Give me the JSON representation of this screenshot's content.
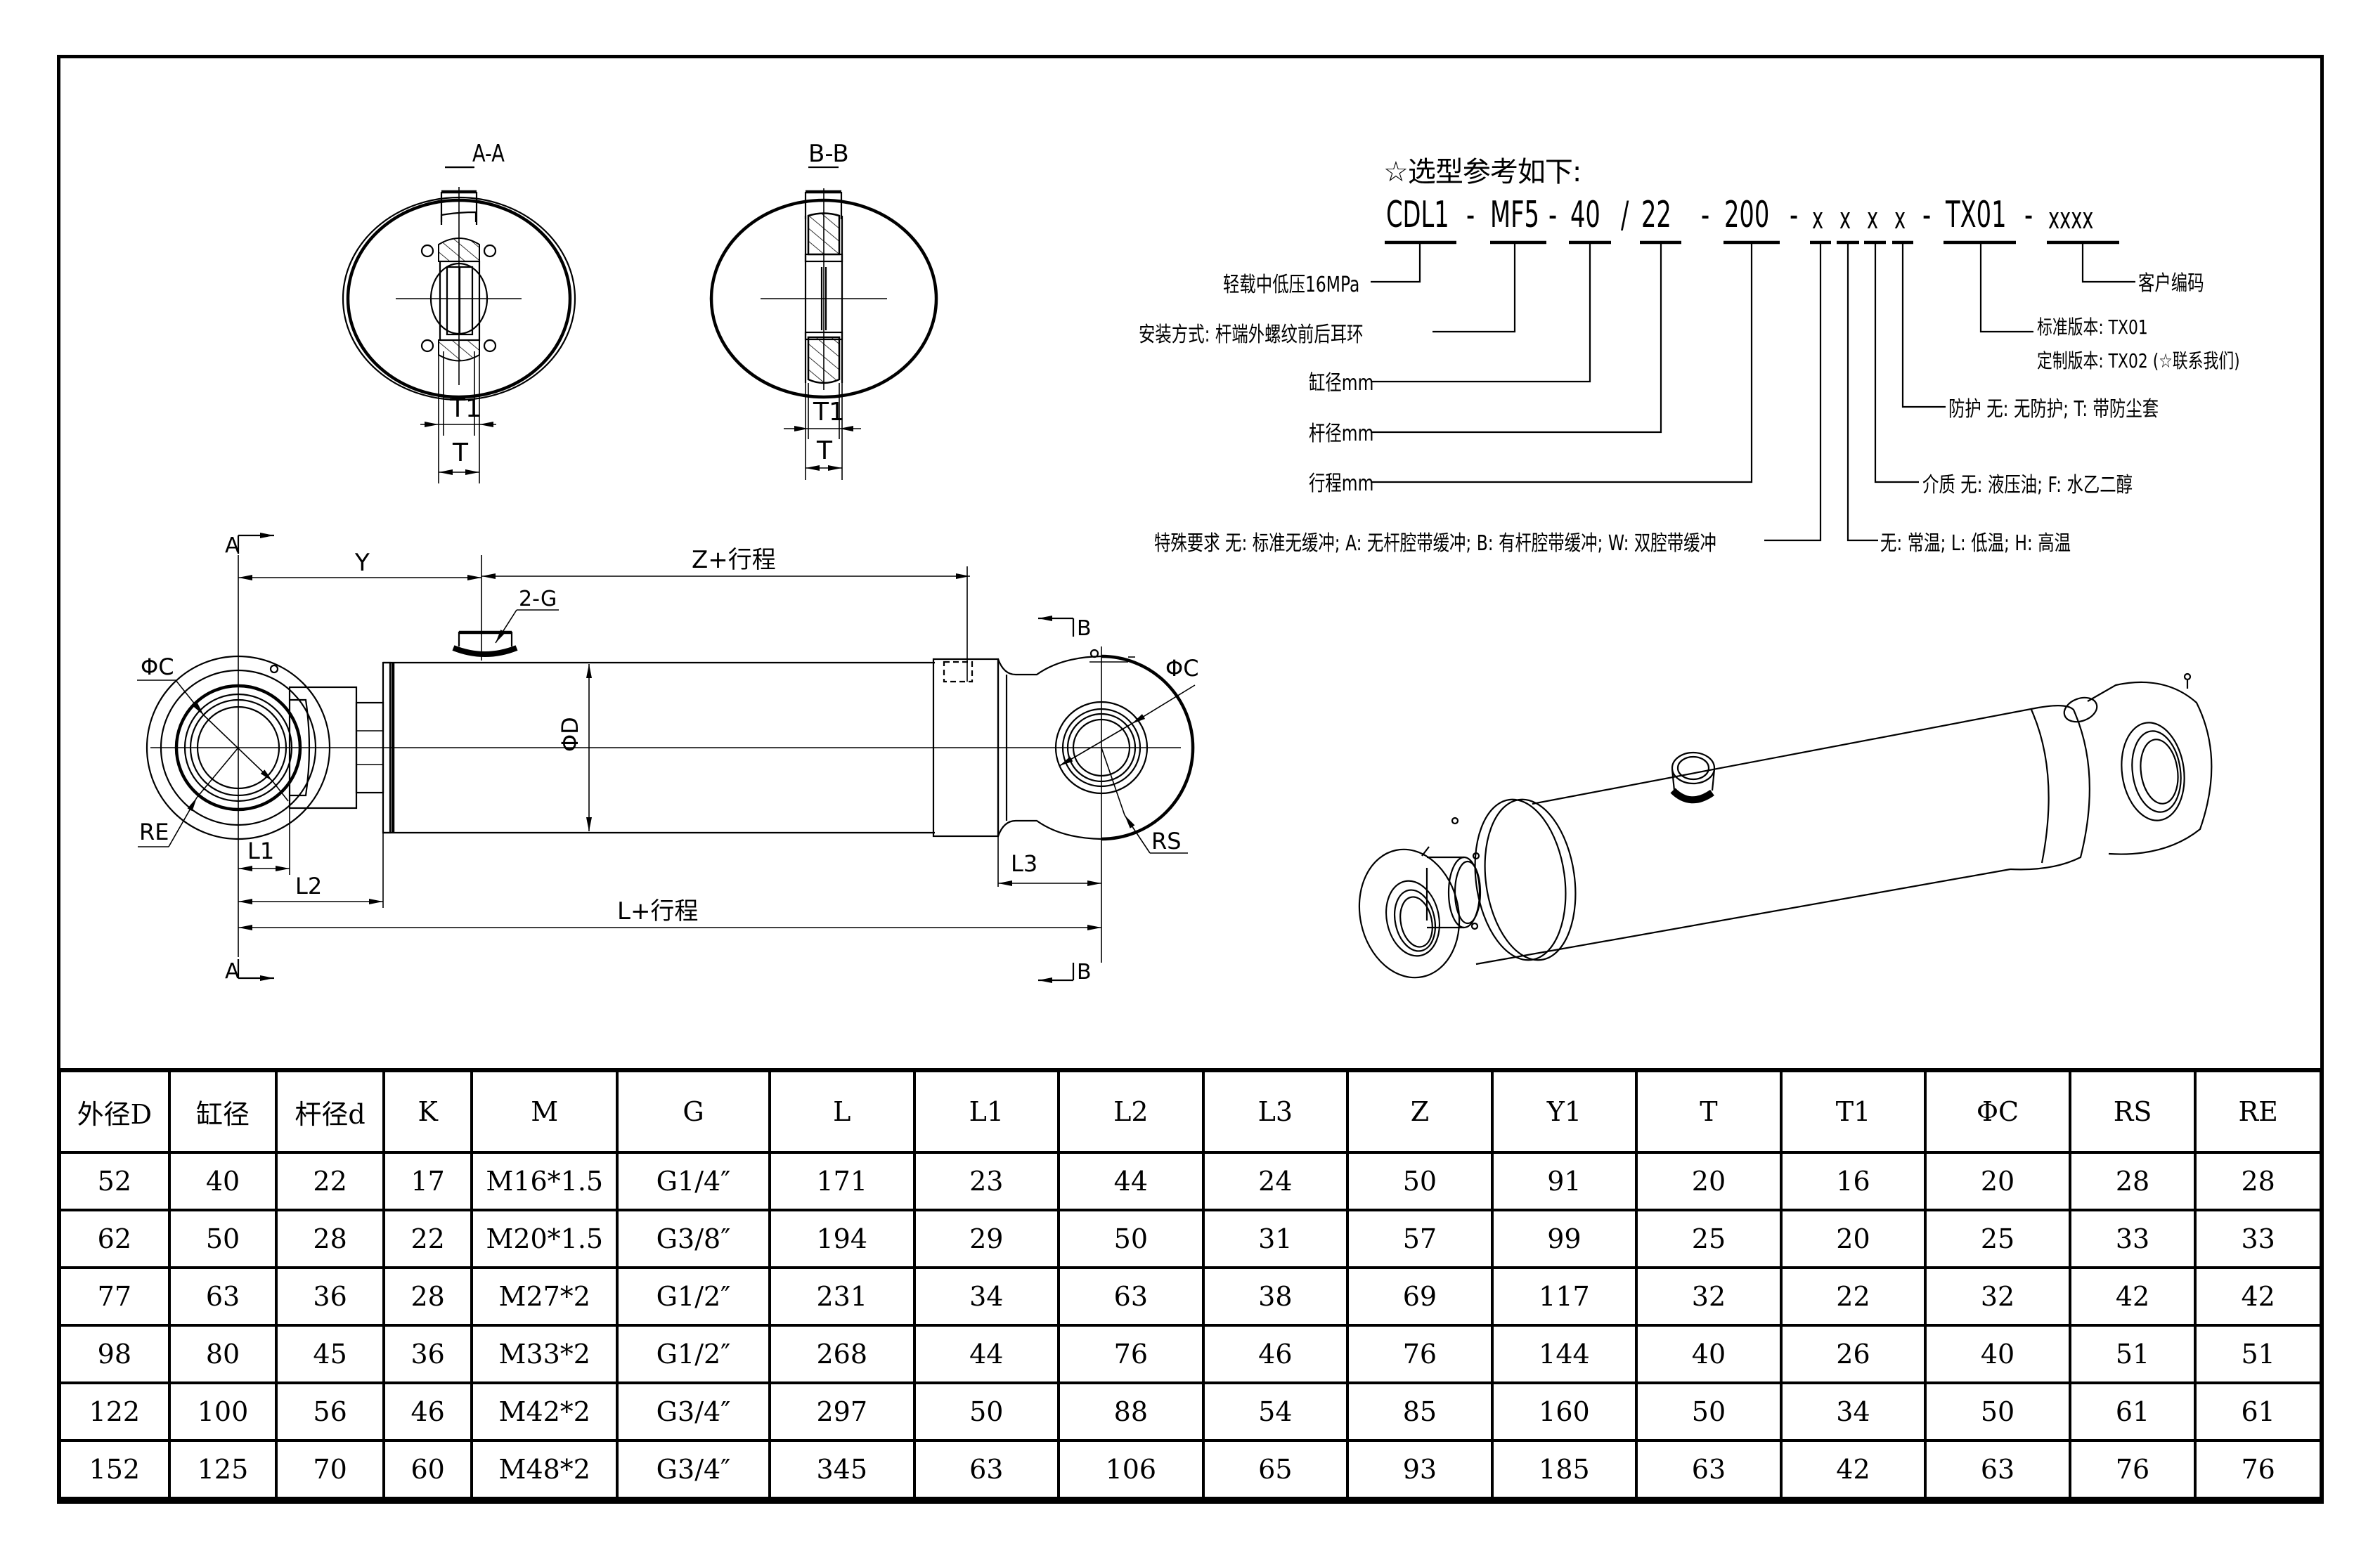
{
  "views": {
    "section_a": {
      "label": "A-A",
      "dim_t1": "T1",
      "dim_t": "T"
    },
    "section_b": {
      "label": "B-B",
      "dim_t1": "T1",
      "dim_t": "T"
    },
    "front": {
      "section_mark_a_top": "A",
      "section_mark_a_bottom": "A",
      "section_mark_b_top": "B",
      "section_mark_b_bottom": "B",
      "dim_y": "Y",
      "dim_z_stroke": "Z+行程",
      "port_label": "2-G",
      "dim_phi_c_left": "ΦC",
      "dim_phi_c_right": "ΦC",
      "dim_phi_d": "ΦD",
      "dim_re": "RE",
      "dim_rs": "RS",
      "dim_l1": "L1",
      "dim_l2": "L2",
      "dim_l3": "L3",
      "dim_l_stroke": "L+行程"
    }
  },
  "selection": {
    "title": "☆选型参考如下:",
    "code_segments": [
      {
        "text": "CDL1",
        "sep": "-"
      },
      {
        "text": "MF5",
        "sep": "-"
      },
      {
        "text": "40",
        "sep": "/"
      },
      {
        "text": "22",
        "sep": "-"
      },
      {
        "text": "200",
        "sep": "-"
      },
      {
        "text": "x",
        "sep": ""
      },
      {
        "text": "x",
        "sep": ""
      },
      {
        "text": "x",
        "sep": ""
      },
      {
        "text": "x",
        "sep": "-"
      },
      {
        "text": "TX01",
        "sep": "-"
      },
      {
        "text": "xxxx",
        "sep": ""
      }
    ],
    "annotations": {
      "series": "轻载中低压16MPa",
      "mounting": "安装方式: 杆端外螺纹前后耳环",
      "bore": "缸径mm",
      "rod": "杆径mm",
      "stroke": "行程mm",
      "special": "特殊要求 无: 标准无缓冲; A: 无杆腔带缓冲; B: 有杆腔带缓冲; W: 双腔带缓冲",
      "temperature": "无: 常温; L: 低温; H: 高温",
      "medium": "介质 无: 液压油; F: 水乙二醇",
      "protection": "防护 无: 无防护; T: 带防尘套",
      "version_standard": "标准版本: TX01",
      "version_custom": "定制版本: TX02 (☆联系我们)",
      "customer_code": "客户编码"
    }
  },
  "table": {
    "headers": [
      "外径D",
      "缸径",
      "杆径d",
      "K",
      "M",
      "G",
      "L",
      "L1",
      "L2",
      "L3",
      "Z",
      "Y1",
      "T",
      "T1",
      "ΦC",
      "RS",
      "RE"
    ],
    "rows": [
      [
        "52",
        "40",
        "22",
        "17",
        "M16*1.5",
        "G1/4″",
        "171",
        "23",
        "44",
        "24",
        "50",
        "91",
        "20",
        "16",
        "20",
        "28",
        "28"
      ],
      [
        "62",
        "50",
        "28",
        "22",
        "M20*1.5",
        "G3/8″",
        "194",
        "29",
        "50",
        "31",
        "57",
        "99",
        "25",
        "20",
        "25",
        "33",
        "33"
      ],
      [
        "77",
        "63",
        "36",
        "28",
        "M27*2",
        "G1/2″",
        "231",
        "34",
        "63",
        "38",
        "69",
        "117",
        "32",
        "22",
        "32",
        "42",
        "42"
      ],
      [
        "98",
        "80",
        "45",
        "36",
        "M33*2",
        "G1/2″",
        "268",
        "44",
        "76",
        "46",
        "76",
        "144",
        "40",
        "26",
        "40",
        "51",
        "51"
      ],
      [
        "122",
        "100",
        "56",
        "46",
        "M42*2",
        "G3/4″",
        "297",
        "50",
        "88",
        "54",
        "85",
        "160",
        "50",
        "34",
        "50",
        "61",
        "61"
      ],
      [
        "152",
        "125",
        "70",
        "60",
        "M48*2",
        "G3/4″",
        "345",
        "63",
        "106",
        "65",
        "93",
        "185",
        "63",
        "42",
        "63",
        "76",
        "76"
      ]
    ]
  }
}
